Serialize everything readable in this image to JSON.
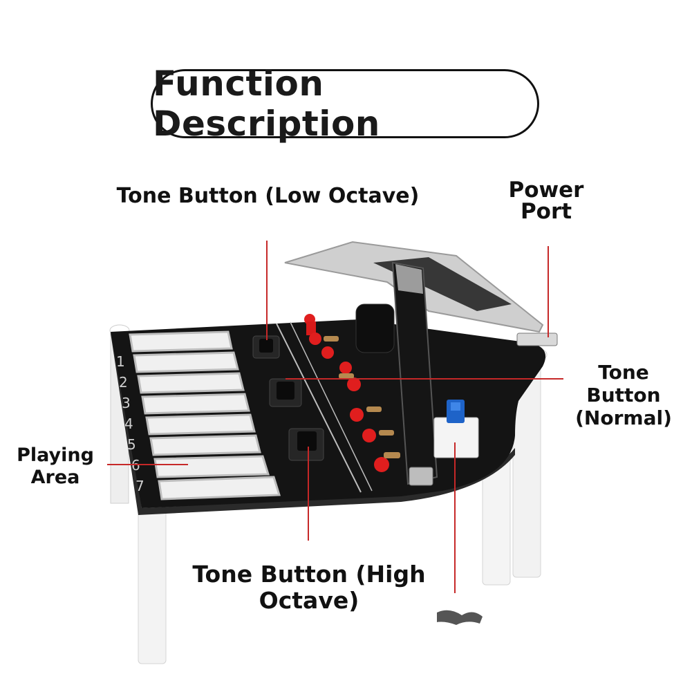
{
  "title": "Function Description",
  "labels": {
    "tone_low": "Tone Button (Low Octave)",
    "power_port_line1": "Power",
    "power_port_line2": "Port",
    "tone_normal_line1": "Tone",
    "tone_normal_line2": "Button",
    "tone_normal_line3": "(Normal)",
    "playing_area_line1": "Playing",
    "playing_area_line2": "Area",
    "tone_high_line1": "Tone Button (High",
    "tone_high_line2": "Octave)"
  },
  "key_numbers": [
    "1",
    "2",
    "3",
    "4",
    "5",
    "6",
    "7"
  ],
  "colors": {
    "pointer_line": "#c62828",
    "pcb": "#141414",
    "led": "#e01e1e",
    "button_cap": "#1e63c8"
  }
}
